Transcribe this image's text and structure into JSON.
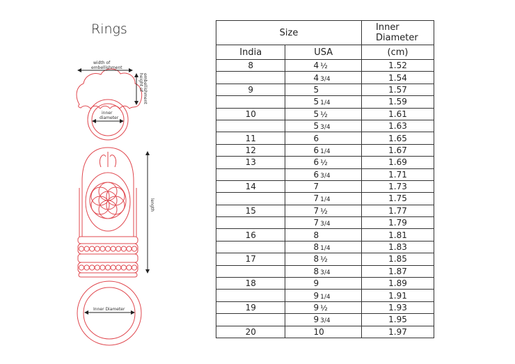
{
  "title": "Rings",
  "diagram_labels": {
    "width": "width of embellishment",
    "width_line1": "width of",
    "width_line2": "embellishment",
    "height_line1": "height of",
    "height_line2": "embellishment",
    "inner_line1": "inner",
    "inner_line2": "diameter",
    "length": "length",
    "inner_diameter": "Inner Diameter"
  },
  "table": {
    "header_size": "Size",
    "header_id_line1": "Inner",
    "header_id_line2": "Diameter",
    "sub_india": "India",
    "sub_usa": "USA",
    "sub_unit": "(cm)",
    "rows": [
      {
        "india": "8",
        "usa": "4",
        "frac": "½",
        "id": "1.52"
      },
      {
        "india": "",
        "usa": "4",
        "frac": "3/4",
        "id": "1.54"
      },
      {
        "india": "9",
        "usa": "5",
        "frac": "",
        "id": "1.57"
      },
      {
        "india": "",
        "usa": "5",
        "frac": "1/4",
        "id": "1.59"
      },
      {
        "india": "10",
        "usa": "5",
        "frac": "½",
        "id": "1.61"
      },
      {
        "india": "",
        "usa": "5",
        "frac": "3/4",
        "id": "1.63"
      },
      {
        "india": "11",
        "usa": "6",
        "frac": "",
        "id": "1.65"
      },
      {
        "india": "12",
        "usa": "6",
        "frac": "1/4",
        "id": "1.67"
      },
      {
        "india": "13",
        "usa": "6",
        "frac": "½",
        "id": "1.69"
      },
      {
        "india": "",
        "usa": "6",
        "frac": "3/4",
        "id": "1.71"
      },
      {
        "india": "14",
        "usa": "7",
        "frac": "",
        "id": "1.73"
      },
      {
        "india": "",
        "usa": "7",
        "frac": "1/4",
        "id": "1.75"
      },
      {
        "india": "15",
        "usa": "7",
        "frac": "½",
        "id": "1.77"
      },
      {
        "india": "",
        "usa": "7",
        "frac": "3/4",
        "id": "1.79"
      },
      {
        "india": "16",
        "usa": "8",
        "frac": "",
        "id": "1.81"
      },
      {
        "india": "",
        "usa": "8",
        "frac": "1/4",
        "id": "1.83"
      },
      {
        "india": "17",
        "usa": "8",
        "frac": "½",
        "id": "1.85"
      },
      {
        "india": "",
        "usa": "8",
        "frac": "3/4",
        "id": "1.87"
      },
      {
        "india": "18",
        "usa": "9",
        "frac": "",
        "id": "1.89"
      },
      {
        "india": "",
        "usa": "9",
        "frac": "1/4",
        "id": "1.91"
      },
      {
        "india": "19",
        "usa": "9",
        "frac": "½",
        "id": "1.93"
      },
      {
        "india": "",
        "usa": "9",
        "frac": "3/4",
        "id": "1.95"
      },
      {
        "india": "20",
        "usa": "10",
        "frac": "",
        "id": "1.97"
      }
    ]
  },
  "colors": {
    "drawing": "#e0484f",
    "text": "#222222"
  }
}
